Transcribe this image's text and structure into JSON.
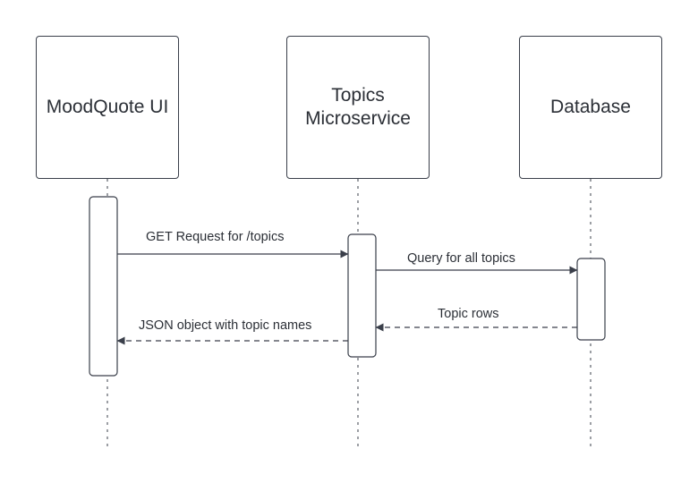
{
  "participants": [
    {
      "id": "ui",
      "label": "MoodQuote UI"
    },
    {
      "id": "svc",
      "label": "Topics\nMicroservice"
    },
    {
      "id": "db",
      "label": "Database"
    }
  ],
  "messages": [
    {
      "from": "ui",
      "to": "svc",
      "label": "GET Request for /topics",
      "style": "solid"
    },
    {
      "from": "svc",
      "to": "db",
      "label": "Query for all topics",
      "style": "solid"
    },
    {
      "from": "db",
      "to": "svc",
      "label": "Topic rows",
      "style": "dashed"
    },
    {
      "from": "svc",
      "to": "ui",
      "label": "JSON object with topic names",
      "style": "dashed"
    }
  ],
  "colors": {
    "stroke": "#3a3f4a",
    "text": "#2b2f36",
    "background": "#ffffff"
  }
}
